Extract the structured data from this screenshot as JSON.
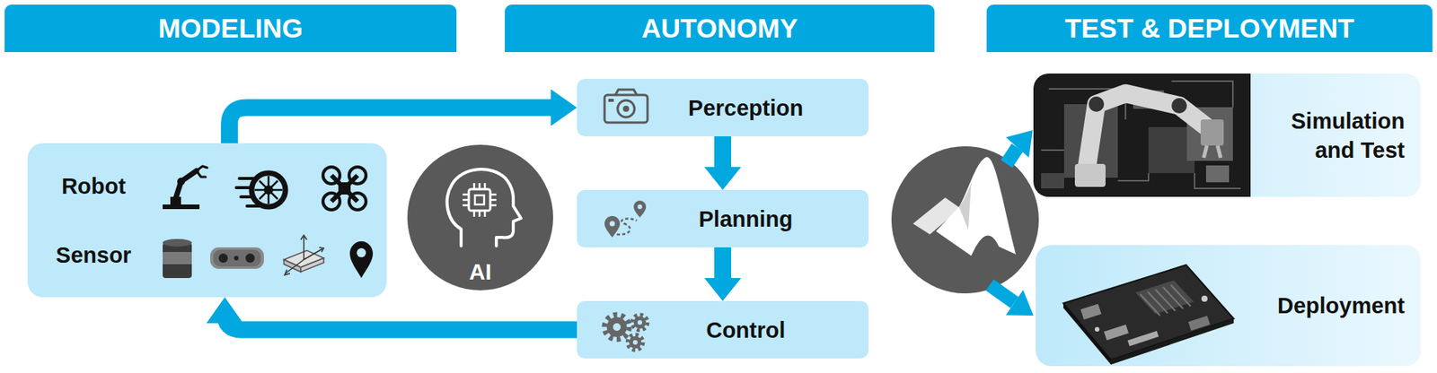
{
  "diagram": {
    "nodes": [
      {
        "text": [
          "MODELING"
        ]
      },
      {
        "text": [
          "AUTONOMY"
        ]
      },
      {
        "text": [
          "TEST & DEPLOYMENT"
        ]
      },
      {
        "text": [
          "Robot",
          "Sensor"
        ]
      },
      {
        "text": [
          "AI"
        ]
      },
      {
        "text": [
          "Perception"
        ]
      },
      {
        "text": [
          "Planning"
        ]
      },
      {
        "text": [
          "Control"
        ]
      },
      {
        "text": [
          "Simulation and Test"
        ]
      },
      {
        "text": [
          "Deployment"
        ]
      }
    ],
    "edges": [
      {
        "from": 3,
        "to": 5,
        "arrow": "to"
      },
      {
        "from": 5,
        "to": 6,
        "arrow": "to"
      },
      {
        "from": 6,
        "to": 7,
        "arrow": "to"
      },
      {
        "from": 7,
        "to": 3,
        "arrow": "to"
      }
    ]
  }
}
